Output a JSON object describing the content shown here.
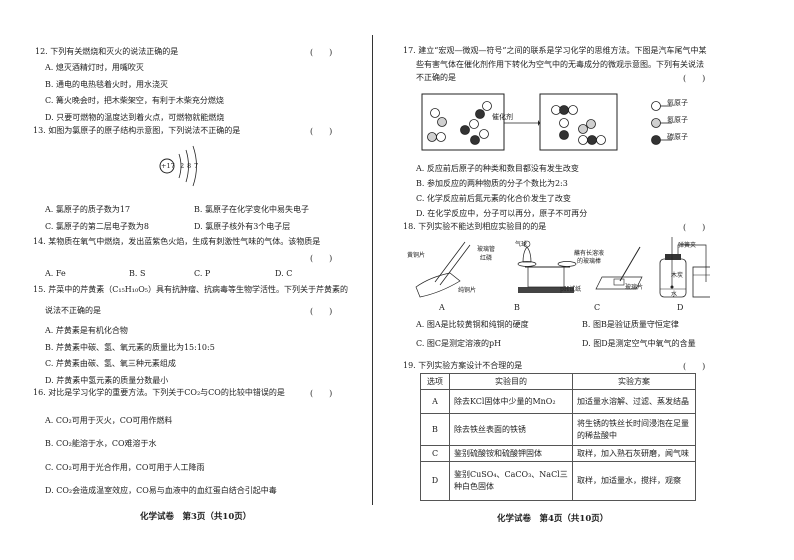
{
  "left_page": {
    "q12": {
      "stem": "12. 下列有关燃烧和灭火的说法正确的是",
      "paren": "(　　)",
      "options": [
        "A. 熄灭酒精灯时，用嘴吹灭",
        "B. 通电的电热毯着火时，用水浇灭",
        "C. 篝火晚会时，把木柴架空，有利于木柴充分燃烧",
        "D. 只要可燃物的温度达到着火点，可燃物就能燃烧"
      ]
    },
    "q13": {
      "stem": "13. 如图为氯原子的原子结构示意图，下列说法不正确的是",
      "paren": "(　　)",
      "diagram": {
        "nucleus": "+17",
        "shells": [
          "2",
          "8",
          "7"
        ]
      },
      "options": [
        "A. 氯原子的质子数为17",
        "B. 氯原子在化学变化中易失电子",
        "C. 氯原子的第二层电子数为8",
        "D. 氯原子核外有3个电子层"
      ]
    },
    "q14": {
      "stem": "14. 某物质在氧气中燃烧，发出蓝紫色火焰，生成有刺激性气味的气体。该物质是",
      "paren": "(　　)",
      "options": [
        "A. Fe",
        "B. S",
        "C. P",
        "D. C"
      ]
    },
    "q15": {
      "stem": "15. 芹菜中的芹黄素（C₁₅H₁₀O₅）具有抗肿瘤、抗病毒等生物学活性。下列关于芹黄素的",
      "stem2": "说法不正确的是",
      "paren": "(　　)",
      "options": [
        "A. 芹黄素是有机化合物",
        "B. 芹黄素中碳、氢、氧元素的质量比为15:10:5",
        "C. 芹黄素由碳、氢、氧三种元素组成",
        "D. 芹黄素中氢元素的质量分数最小"
      ]
    },
    "q16": {
      "stem": "16. 对比是学习化学的重要方法。下列关于CO₂与CO的比较中错误的是",
      "paren": "(　　)",
      "options": [
        "A. CO₂可用于灭火，CO可用作燃料",
        "B. CO₂能溶于水，CO难溶于水",
        "C. CO₂可用于光合作用，CO可用于人工降雨",
        "D. CO₂会造成温室效应，CO易与血液中的血红蛋白结合引起中毒"
      ]
    },
    "footer": "化学试卷　第3页（共10页）"
  },
  "right_page": {
    "q17": {
      "stem": [
        "17. 建立“宏观—微观—符号”之间的联系是学习化学的思维方法。下图是汽车尾气中某",
        "些有害气体在催化剂作用下转化为空气中的无毒成分的微观示意图。下列有关说法",
        "不正确的是"
      ],
      "paren": "(　　)",
      "arrow_label": "催化剂",
      "legend": [
        "氧原子",
        "氮原子",
        "碳原子"
      ],
      "colors": {
        "oxygen": "#ffffff",
        "nitrogen": "#d0d0d0",
        "carbon": "#333333"
      },
      "options": [
        "A. 反应前后原子的种类和数目都没有发生改变",
        "B. 参加反应的两种物质的分子个数比为2:3",
        "C. 化学反应前后氮元素的化合价发生了改变",
        "D. 在化学反应中，分子可以再分，原子不可再分"
      ]
    },
    "q18": {
      "stem": "18. 下列实验不能达到相应实验目的的是",
      "paren": "(　　)",
      "figures": [
        {
          "label": "A",
          "parts": [
            "黄铜片",
            "纯铜片"
          ]
        },
        {
          "label": "B",
          "parts": [
            "气球",
            "玻璃管",
            "红磷"
          ]
        },
        {
          "label": "C",
          "parts": [
            "蘸有长溶液",
            "的玻璃棒",
            "pH试纸",
            "玻璃片"
          ]
        },
        {
          "label": "D",
          "parts": [
            "弹簧夹",
            "木炭",
            "水"
          ]
        }
      ],
      "options": [
        "A. 图A是比较黄铜和纯铜的硬度",
        "B. 图B是验证质量守恒定律",
        "C. 图C是测定溶液的pH",
        "D. 图D是测定空气中氧气的含量"
      ]
    },
    "q19": {
      "stem": "19. 下列实验方案设计不合理的是",
      "paren": "(　　)",
      "headers": [
        "选项",
        "实验目的",
        "实验方案"
      ],
      "rows": [
        [
          "A",
          "除去KCl固体中少量的MnO₂",
          "加适量水溶解、过滤、蒸发结晶"
        ],
        [
          "B",
          "除去铁丝表面的铁锈",
          "将生锈的铁丝长时间浸泡在足量的稀盐酸中"
        ],
        [
          "C",
          "鉴别硫酸铵和硫酸钾固体",
          "取样，加入熟石灰研磨，闻气味"
        ],
        [
          "D",
          "鉴别CuSO₄、CaCO₃、NaCl三种白色固体",
          "取样，加适量水，搅拌，观察"
        ]
      ]
    },
    "footer": "化学试卷　第4页（共10页）"
  }
}
